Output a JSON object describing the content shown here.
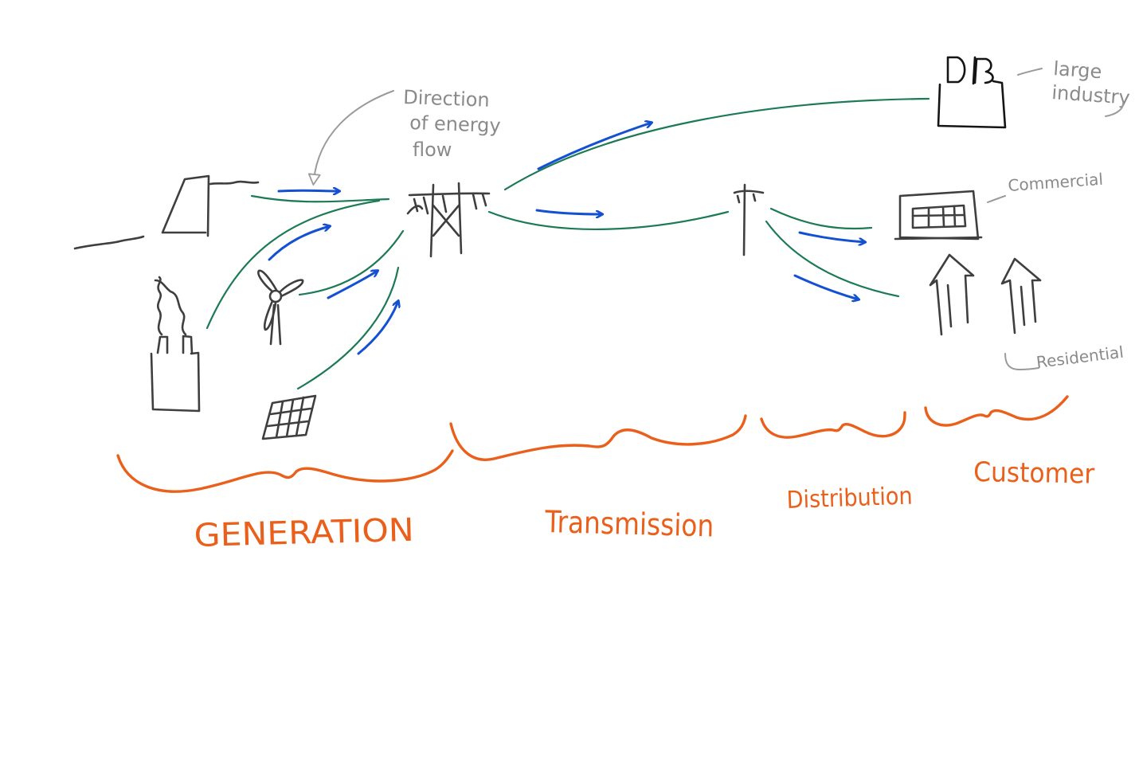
{
  "diagram": {
    "annotation": {
      "lines": [
        "Direction",
        "of energy",
        "flow"
      ]
    },
    "customers": {
      "large_industry": [
        "large",
        "industry"
      ],
      "commercial": "Commercial",
      "residential": "Residential"
    },
    "stages": [
      {
        "id": "generation",
        "label": "GENERATION"
      },
      {
        "id": "transmission",
        "label": "Transmission"
      },
      {
        "id": "distribution",
        "label": "Distribution"
      },
      {
        "id": "customer",
        "label": "Customer"
      }
    ],
    "colors": {
      "equipment": "#3f3f3f",
      "power_line": "#1c7a55",
      "flow_arrow": "#1450d2",
      "stage_brace": "#ea5f1a",
      "annotation": "#8a8a8a"
    },
    "icons": [
      "dam-icon",
      "factory-smokestack-icon",
      "wind-turbine-icon",
      "solar-panel-icon",
      "transmission-tower-icon",
      "utility-pole-icon",
      "industrial-plant-icon",
      "commercial-building-icon",
      "house-icon"
    ]
  }
}
